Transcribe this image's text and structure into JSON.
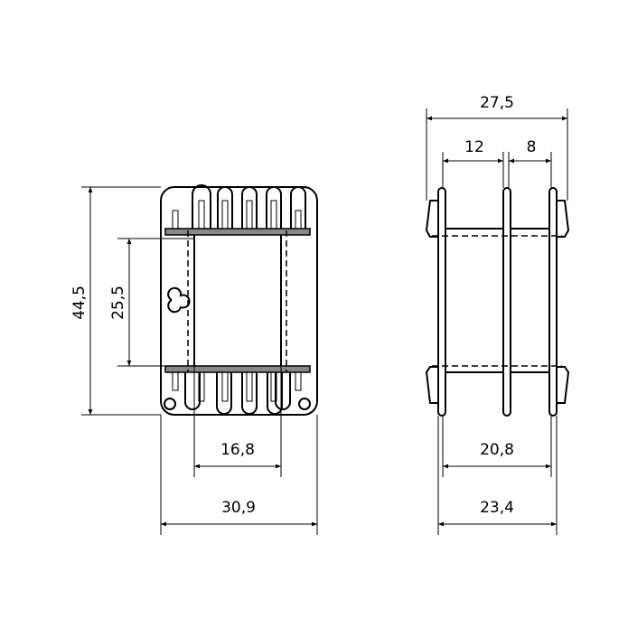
{
  "front_view": {
    "dimensions": {
      "height_total": "44,5",
      "height_inner": "25,5",
      "width_inner": "16,8",
      "width_total": "30,9"
    }
  },
  "side_view": {
    "dimensions": {
      "depth_total": "27,5",
      "section_a": "12",
      "section_b": "8",
      "depth_inner": "20,8",
      "depth_flange": "23,4"
    }
  }
}
